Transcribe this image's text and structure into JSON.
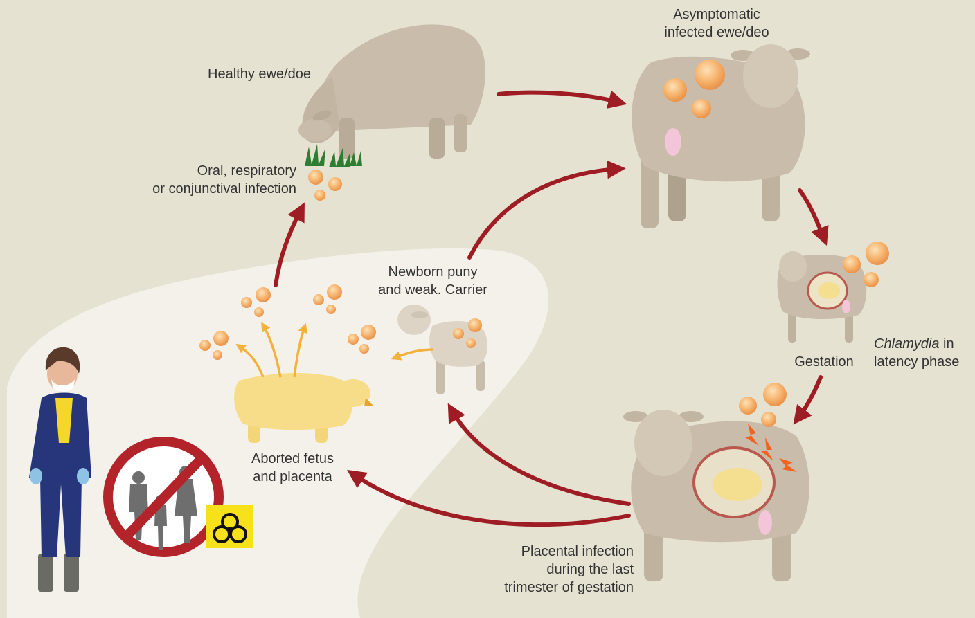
{
  "labels": {
    "healthy": "Healthy ewe/doe",
    "oral_1": "Oral, respiratory",
    "oral_2": "or conjunctival infection",
    "asym_1": "Asymptomatic",
    "asym_2": "infected ewe/deo",
    "gestation": "Gestation",
    "chlamydia": "Chlamydia",
    "chlamydia_rest": " in",
    "latency": "latency phase",
    "newborn_1": "Newborn puny",
    "newborn_2": "and weak. Carrier",
    "aborted_1": "Aborted fetus",
    "aborted_2": "and placenta",
    "placental_1": "Placental infection",
    "placental_2": "during the last",
    "placental_3": "trimester of gestation"
  },
  "colors": {
    "background": "#e6e2d2",
    "zone": "#f3f1ea",
    "arrow": "#9e1d24",
    "sheep": "#c8bba8",
    "fetus": "#f7dd8a",
    "bacteria": "#f2a863",
    "no_symbol": "#b2232a",
    "biohazard": "#f7e11b"
  },
  "icons": {
    "biohazard": "biohazard-icon",
    "prohibited": "prohibited-icon"
  }
}
